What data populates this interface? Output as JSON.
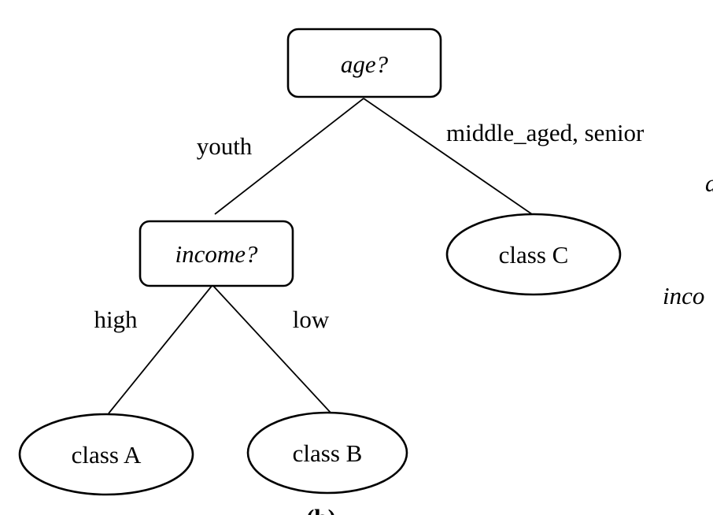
{
  "tree": {
    "root": {
      "label": "age?"
    },
    "internal": {
      "label": "income?"
    },
    "leaves": {
      "class_a": "class A",
      "class_b": "class B",
      "class_c": "class C"
    },
    "edges": {
      "youth": "youth",
      "middle_senior": "middle_aged, senior",
      "high": "high",
      "low": "low"
    }
  },
  "cropped_text": {
    "right_top": "a",
    "right_mid": "inco",
    "caption": "(b)"
  },
  "colors": {
    "stroke": "#000000",
    "background": "#ffffff"
  }
}
